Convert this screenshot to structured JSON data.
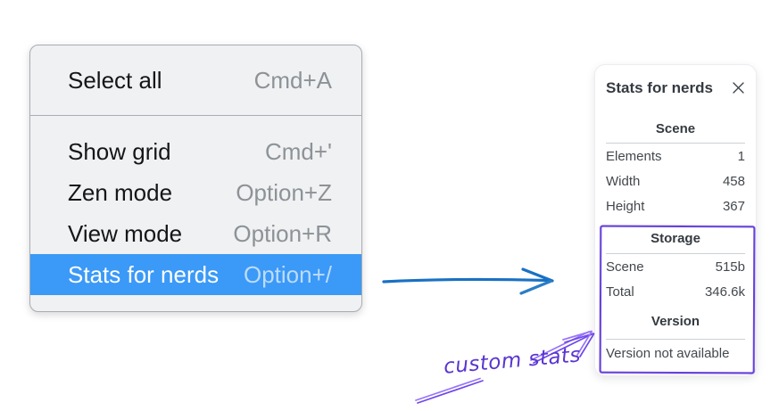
{
  "menu": {
    "sections": [
      {
        "items": [
          {
            "label": "Select all",
            "shortcut": "Cmd+A"
          }
        ]
      },
      {
        "items": [
          {
            "label": "Show grid",
            "shortcut": "Cmd+'"
          },
          {
            "label": "Zen mode",
            "shortcut": "Option+Z"
          },
          {
            "label": "View mode",
            "shortcut": "Option+R"
          },
          {
            "label": "Stats for nerds",
            "shortcut": "Option+/"
          }
        ]
      }
    ],
    "highlighted_item": "Stats for nerds"
  },
  "panel": {
    "title": "Stats for nerds",
    "sections": [
      {
        "heading": "Scene",
        "rows": [
          {
            "label": "Elements",
            "value": "1"
          },
          {
            "label": "Width",
            "value": "458"
          },
          {
            "label": "Height",
            "value": "367"
          }
        ]
      },
      {
        "heading": "Storage",
        "rows": [
          {
            "label": "Scene",
            "value": "515b"
          },
          {
            "label": "Total",
            "value": "346.6k"
          }
        ]
      },
      {
        "heading": "Version",
        "note": "Version not available"
      }
    ]
  },
  "annotation": {
    "label": "custom stats"
  },
  "colors": {
    "menu_highlight": "#3b99f7",
    "menu_background": "#f0f1f2",
    "arrow_blue": "#1971c2",
    "annotation_purple": "#6741d9",
    "annotation_light_purple": "#9775fa"
  }
}
